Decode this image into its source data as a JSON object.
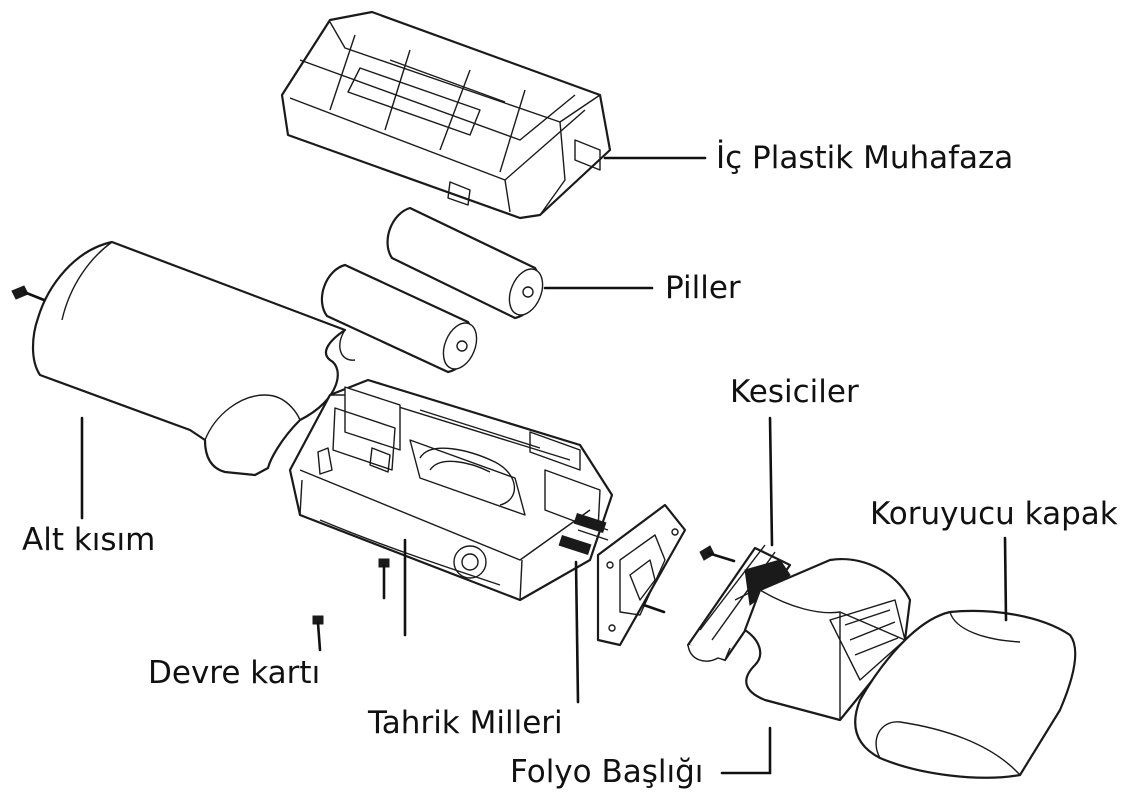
{
  "labels": {
    "inner_case": "İç Plastik Muhafaza",
    "batteries": "Piller",
    "cutters": "Kesiciler",
    "protective_cap": "Koruyucu kapak",
    "bottom": "Alt kısım",
    "circuit_board": "Devre kartı",
    "drive_shafts": "Tahrik Milleri",
    "foil_head": "Folyo Başlığı"
  },
  "colors": {
    "line": "#111111",
    "background": "#ffffff"
  }
}
